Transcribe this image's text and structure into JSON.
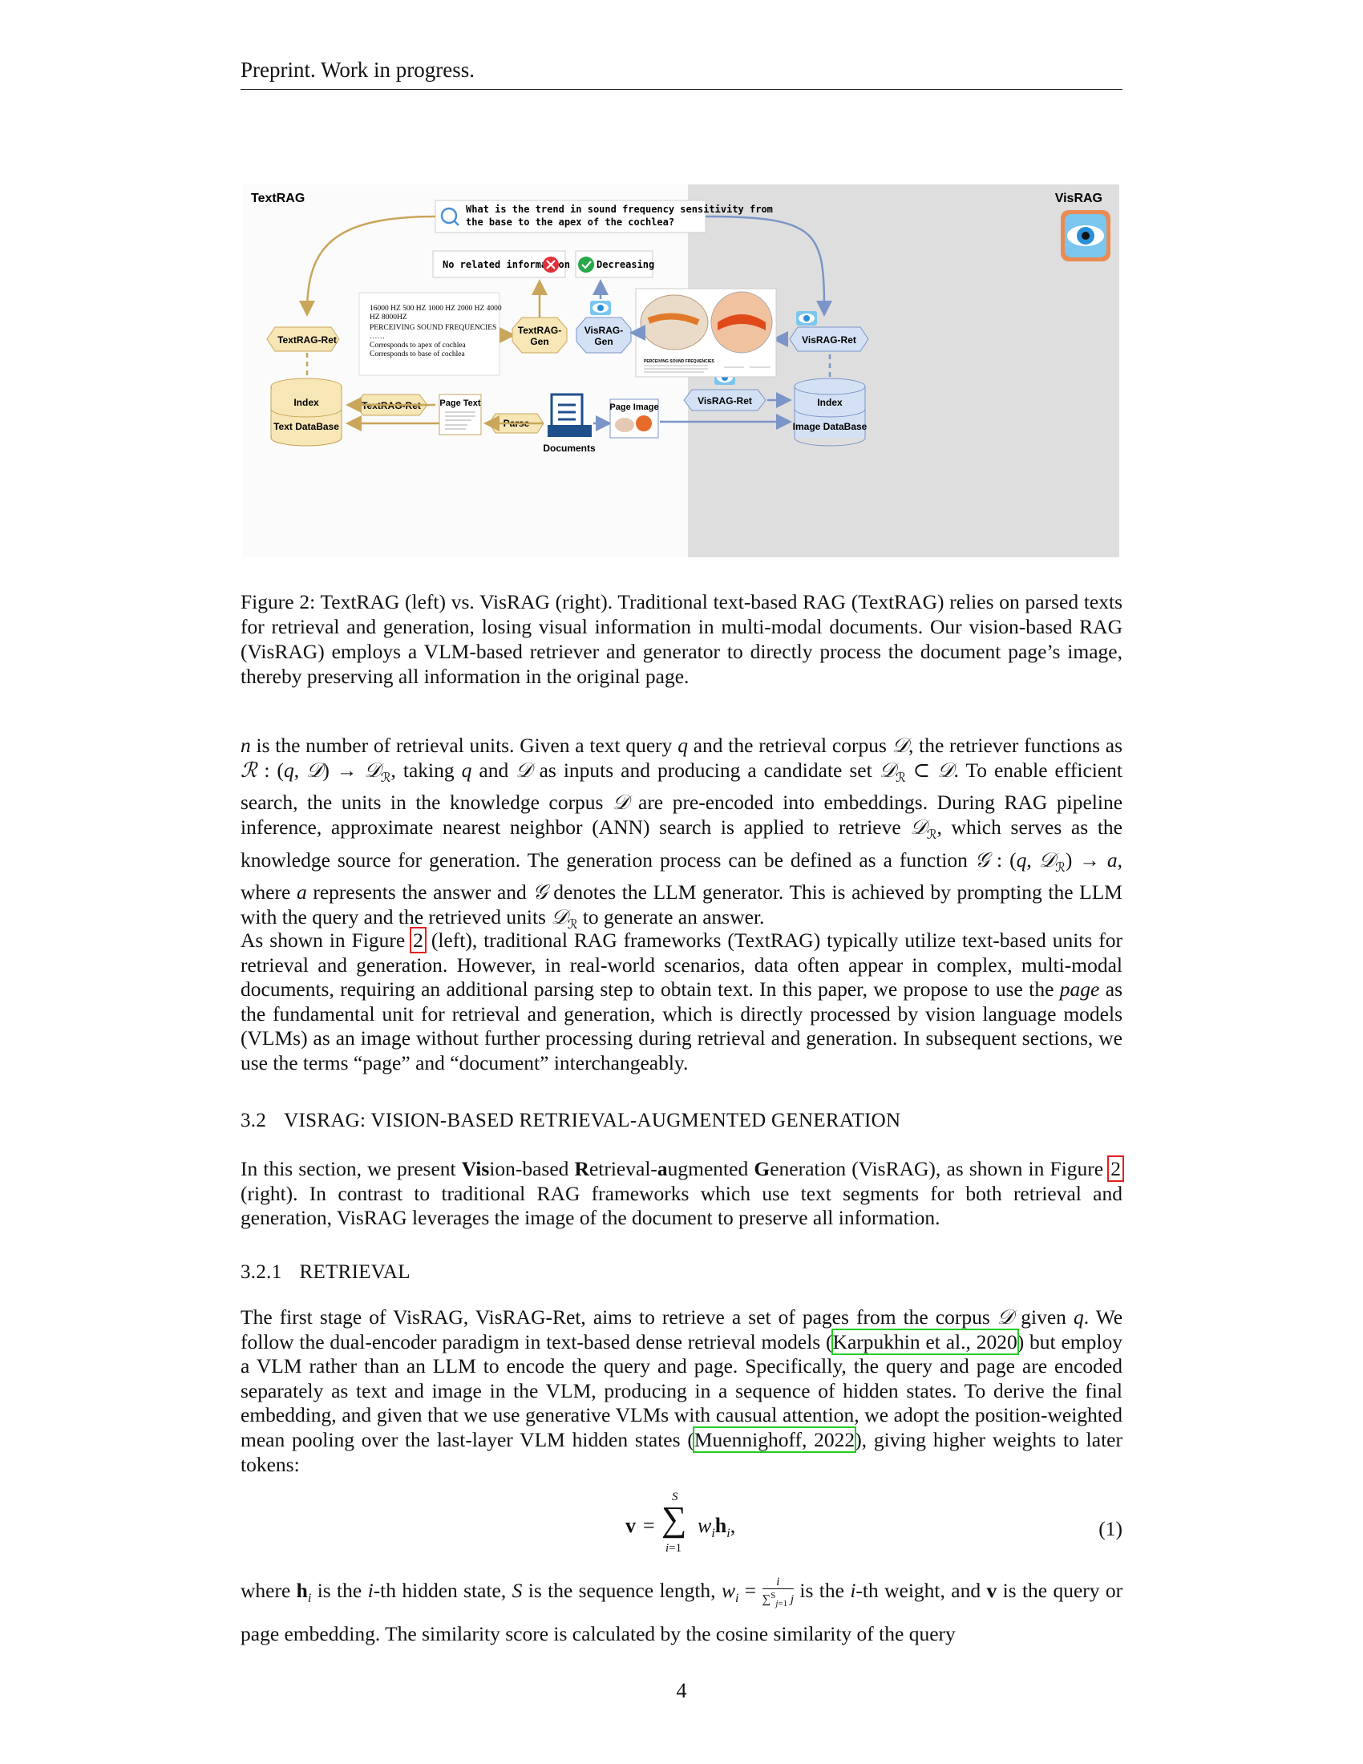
{
  "header": "Preprint. Work in progress.",
  "figure": {
    "textrag_title": "TextRAG",
    "visrag_title": "VisRAG",
    "query_line1": "What is the trend in sound frequency sensitivity from",
    "query_line2": "the base to the apex of the cochlea?",
    "no_related": "No related information",
    "decreasing": "Decreasing",
    "parsed_text": [
      "16000 HZ 500 HZ 1000 HZ 2000 HZ 4000",
      "HZ 8000HZ",
      "PERCEIVING SOUND FREQUENCIES",
      "……",
      "Corresponds to apex of cochlea",
      "Corresponds to base of cochlea"
    ],
    "textrag_ret": "TextRAG-Ret",
    "textrag_gen_1": "TextRAG-",
    "textrag_gen_2": "Gen",
    "visrag_gen_1": "VisRAG-",
    "visrag_gen_2": "Gen",
    "visrag_ret": "VisRAG-Ret",
    "index": "Index",
    "text_database": "Text DataBase",
    "image_database": "Image DataBase",
    "page_text": "Page Text",
    "page_image": "Page Image",
    "parse": "Parse",
    "documents": "Documents",
    "image_caption": "PERCEIVING SOUND FREQUENCIES",
    "colors": {
      "gold": "#c9a65a",
      "blue": "#7b95c8",
      "gray_bg": "#dedede"
    }
  },
  "caption": "Figure 2:   TextRAG (left) vs.  VisRAG (right).  Traditional text-based RAG (TextRAG) relies on parsed texts for retrieval and generation, losing visual information in multi-modal documents.  Our vision-based RAG (VisRAG) employs a VLM-based retriever and generator to directly process the document page’s image, thereby preserving all information in the original page.",
  "p1": {
    "a": "is the number of retrieval units.  Given a text query",
    "b": "and the retrieval corpus",
    "c": ", the retriever functions as",
    "d": ", taking",
    "e": "and",
    "f": "as inputs and producing a candidate set",
    "g": ". To enable efficient search, the units in the knowledge corpus",
    "h": "are pre-encoded into embeddings. During RAG pipeline inference, approximate nearest neighbor (ANN) search is applied to retrieve",
    "i": ", which serves as the knowledge source for generation. The generation process can be defined as a function",
    "j": ", where",
    "k": "represents the answer and",
    "l": "denotes the LLM generator. This is achieved by prompting the LLM with the query and the retrieved units",
    "m": "to generate an answer."
  },
  "p2": {
    "a": "As shown in Figure",
    "ref": "2",
    "b": "(left), traditional RAG frameworks (TextRAG) typically utilize text-based units for retrieval and generation.  However, in real-world scenarios, data often appear in complex, multi-modal documents, requiring an additional parsing step to obtain text.  In this paper, we propose to use the",
    "page_word": "page",
    "c": "as the fundamental unit for retrieval and generation, which is directly processed by vision language models (VLMs) as an image without further processing during retrieval and generation. In subsequent sections, we use the terms “page” and “document” interchangeably."
  },
  "sec32": {
    "num": "3.2",
    "title": "VISRAG: VISION-BASED RETRIEVAL-AUGMENTED GENERATION"
  },
  "p3": {
    "a": "In this section, we present",
    "b1": "Vis",
    "b2": "ion-based",
    "c1": "R",
    "c2": "etrieval-",
    "d1": "a",
    "d2": "ugmented",
    "e1": "G",
    "e2": "eneration (VisRAG), as shown in Figure",
    "ref": "2",
    "f": "(right).  In contrast to traditional RAG frameworks which use text segments for both retrieval and generation, VisRAG leverages the image of the document to preserve all information."
  },
  "sec321": {
    "num": "3.2.1",
    "title": "RETRIEVAL"
  },
  "p4": {
    "a": "The first stage of VisRAG, VisRAG-Ret, aims to retrieve a set of pages from the corpus",
    "b": "given",
    "c": ".  We follow the dual-encoder paradigm in text-based dense retrieval models (",
    "cite1": "Karpukhin et al., 2020",
    "d": ") but employ a VLM rather than an LLM to encode the query and page. Specifically, the query and page are encoded separately as text and image in the VLM, producing in a sequence of hidden states. To derive the final embedding, and given that we use generative VLMs with causual attention, we adopt the position-weighted mean pooling over the last-layer VLM hidden states (",
    "cite2": "Muennighoff, 2022",
    "e": "), giving higher weights to later tokens:"
  },
  "eq_number": "(1)",
  "p5": {
    "a": "where",
    "b": "is the",
    "c": "-th hidden state,",
    "d": "is the sequence length,",
    "e": "is the",
    "f": "-th weight, and",
    "g": "is the query or page embedding. The similarity score is calculated by the cosine similarity of the query"
  },
  "page_number": "4"
}
